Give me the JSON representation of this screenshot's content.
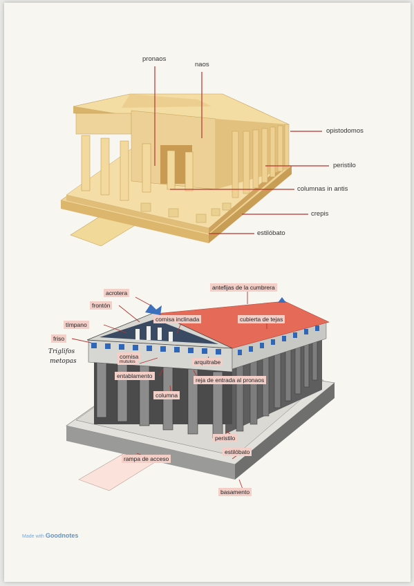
{
  "top_labels": {
    "pronaos": "pronaos",
    "naos": "naos",
    "opistodomos": "opistodomos",
    "peristilo": "peristilo",
    "columnas_in_antis": "columnas in antis",
    "crepis": "crepis",
    "estilobato": "estilóbato"
  },
  "bottom_labels": {
    "acrotera": "acrotera",
    "fronton": "frontón",
    "timpano": "tímpano",
    "friso": "friso",
    "cornisa_inclinada": "cornisa inclinada",
    "antefijas": "antefijas de la cumbrera",
    "cubierta": "cubierta de tejas",
    "cornisa": "cornisa",
    "mutulos": "mutulos",
    "entablamento": "entablamento",
    "arquitrabe": "arquitrabe",
    "reja": "reja de entrada al pronaos",
    "columna": "columna",
    "peristilo": "peristilo",
    "estilobato": "estilóbato",
    "rampa": "rampa de acceso",
    "basamento": "basamento"
  },
  "handwritten": {
    "line1": "Triglifos",
    "line2": "metopas"
  },
  "watermark": {
    "prefix": "Made with",
    "brand": "Goodnotes"
  }
}
